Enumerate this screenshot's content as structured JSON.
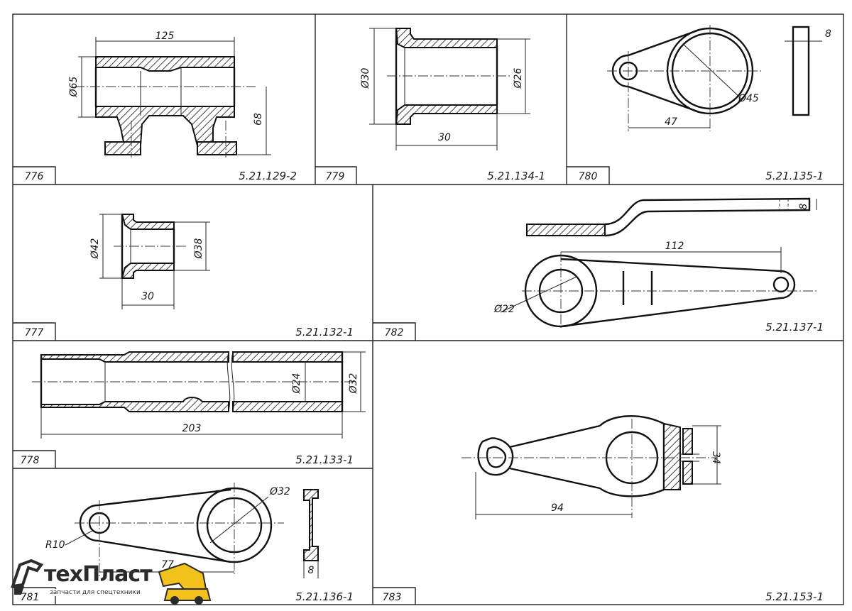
{
  "cells": [
    {
      "number": "776",
      "code": "5.21.129-2",
      "dims": [
        "125",
        "Ø65",
        "68"
      ]
    },
    {
      "number": "779",
      "code": "5.21.134-1",
      "dims": [
        "Ø30",
        "Ø26",
        "30"
      ]
    },
    {
      "number": "780",
      "code": "5.21.135-1",
      "dims": [
        "8",
        "Ø45",
        "47"
      ]
    },
    {
      "number": "777",
      "code": "5.21.132-1",
      "dims": [
        "Ø42",
        "Ø38",
        "30"
      ]
    },
    {
      "number": "782",
      "code": "5.21.137-1",
      "dims": [
        "8",
        "112",
        "Ø22"
      ]
    },
    {
      "number": "778",
      "code": "5.21.133-1",
      "dims": [
        "Ø24",
        "Ø32",
        "203"
      ]
    },
    {
      "number": "781",
      "code": "5.21.136-1",
      "dims": [
        "Ø32",
        "R10",
        "77",
        "8"
      ]
    },
    {
      "number": "783",
      "code": "5.21.153-1",
      "dims": [
        "34",
        "94"
      ]
    }
  ],
  "logo": {
    "brand": "техПласт",
    "tagline": "запчасти для спецтехники",
    "accent": "#f2c21b"
  },
  "colors": {
    "ink": "#1a1a1a",
    "paper": "#ffffff"
  }
}
